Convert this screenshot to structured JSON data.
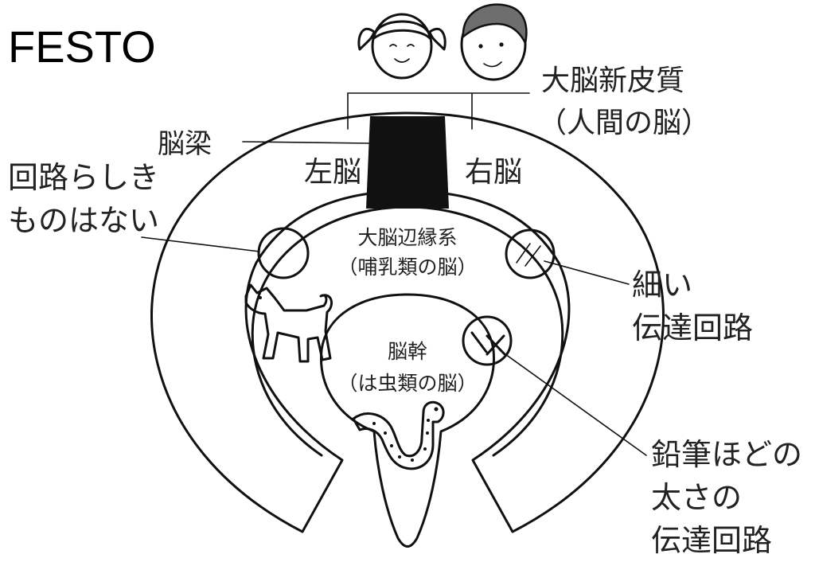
{
  "brand": "FESTO",
  "diagram": {
    "neocortex": {
      "line1": "大脳新皮質",
      "line2": "（人間の脳）"
    },
    "corpus_callosum": "脳梁",
    "left_brain": "左脳",
    "right_brain": "右脳",
    "no_circuit": {
      "line1": "回路らしき",
      "line2": "ものはない"
    },
    "limbic": {
      "line1": "大脳辺縁系",
      "line2": "（哺乳類の脳）"
    },
    "brainstem": {
      "line1": "脳幹",
      "line2": "（は虫類の脳）"
    },
    "thin_circuit": {
      "line1": "細い",
      "line2": "伝達回路"
    },
    "thick_circuit": {
      "line1": "鉛筆ほどの",
      "line2": "太さの",
      "line3": "伝達回路"
    }
  },
  "colors": {
    "ink": "#111111",
    "text": "#222222",
    "fill": "#ffffff",
    "skin": "#ffffff",
    "hair": "#6e6e6e"
  },
  "icons": [
    "girl-face-icon",
    "boy-face-icon",
    "dog-icon",
    "snake-icon"
  ]
}
